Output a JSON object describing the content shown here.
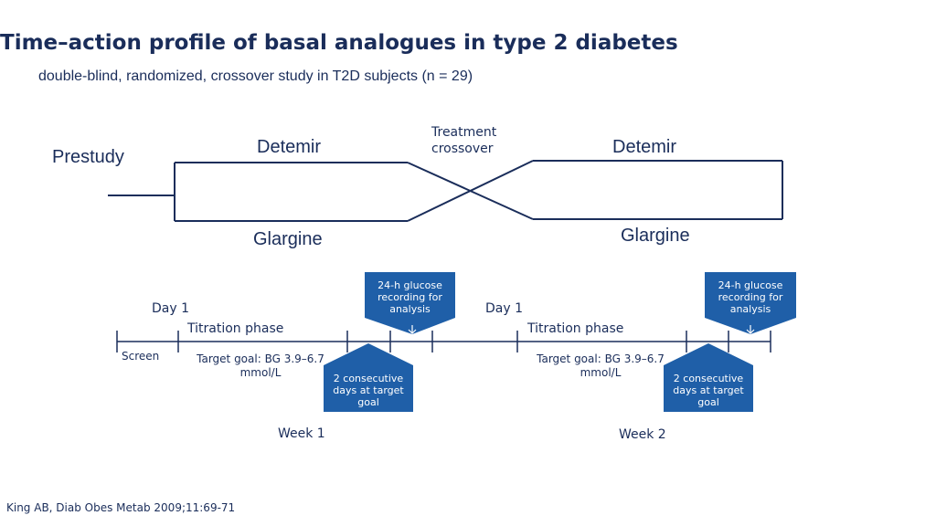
{
  "title": "Time–action profile of basal analogues in type 2 diabetes",
  "subtitle": "double-blind, randomized, crossover study in T2D subjects (n = 29)",
  "design": {
    "prestudy": "Prestudy",
    "detemir_1": "Detemir",
    "glargine_1": "Glargine",
    "crossover": "Treatment\ncrossover",
    "detemir_2": "Detemir",
    "glargine_2": "Glargine"
  },
  "timeline": {
    "screen": "Screen",
    "day1_a": "Day 1",
    "titration_a": "Titration phase",
    "target_a": "Target goal: BG 3.9–6.7\nmmol/L",
    "consecutive_a": "2 consecutive days at target goal",
    "recording_a": "24-h glucose recording for analysis",
    "week1": "Week 1",
    "day1_b": "Day 1",
    "titration_b": "Titration phase",
    "target_b": "Target goal: BG 3.9–6.7\nmmol/L",
    "consecutive_b": "2 consecutive days at target goal",
    "recording_b": "24-h glucose recording for analysis",
    "week2": "Week 2"
  },
  "citation": "King AB, Diab Obes Metab 2009;11:69-71",
  "colors": {
    "navy": "#1a2d5a",
    "box_blue": "#1f5fa8"
  }
}
